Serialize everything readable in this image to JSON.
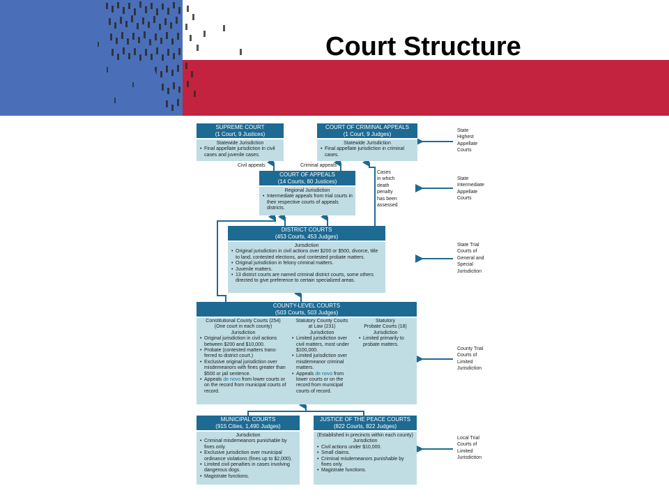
{
  "slide": {
    "title": "Court Structure"
  },
  "supreme": {
    "title": "SUPREME COURT",
    "subtitle": "(1 Court, 9 Justices)",
    "jurisdiction": "Statewide Jurisdiction",
    "items": [
      "Final appellate jurisdiction in civil cases and juvenile cases."
    ]
  },
  "criminal_appeals": {
    "title": "COURT OF CRIMINAL APPEALS",
    "subtitle": "(1 Court, 9 Judges)",
    "jurisdiction": "Statewide Jurisdiction",
    "items": [
      "Final appellate jurisdiction in criminal cases."
    ]
  },
  "appeals": {
    "title": "COURT OF APPEALS",
    "subtitle": "(14 Courts, 80 Justices)",
    "jurisdiction": "Regional Jurisdiction",
    "items": [
      "Intermediate appeals from trial courts in their respective courts of appeals districts."
    ]
  },
  "district": {
    "title": "DISTRICT COURTS",
    "subtitle": "(453 Courts, 453 Judges)",
    "jurisdiction": "Jurisdiction",
    "items": [
      "Original jurisdiction in civil actions over $200 or $500, divorce, title to land, contested elections, and contested probate matters.",
      "Original jurisdiction in felony criminal matters.",
      "Juvenile matters.",
      "13 district courts are named criminal district courts, some others directed to give preference to certain specialized areas."
    ]
  },
  "county": {
    "title": "COUNTY-LEVEL COURTS",
    "subtitle": "(503 Courts, 503 Judges)",
    "constitutional": {
      "title": "Constitutional County Courts (254)",
      "sub": "(One court in each county)",
      "jurisdiction": "Jurisdiction",
      "items": [
        "Original jurisdiction in civil actions between $200 and $10,000.",
        "Probate (contested matters trans-ferred to district court.)",
        "Exclusive original jurisdiction over misdemeanors with fines greater than $500 or jail sentence."
      ],
      "last_pre": "Appeals ",
      "last_em": "de novo",
      "last_post": " from lower courts or on the record from municipal courts of record."
    },
    "statutory_law": {
      "title": "Statutory County Courts",
      "title2": "at Law (231)",
      "jurisdiction": "Jurisdiction",
      "items": [
        "Limited jurisdiction over civil matters, most under $100,000.",
        "Limited jurisdiction over misdemeanor criminal matters."
      ],
      "last_pre": "Appeals ",
      "last_em": "de novo",
      "last_post": " from lower courts or on the record from municipal courts of record."
    },
    "statutory_probate": {
      "title": "Statutory",
      "title2": "Probate Courts (18)",
      "jurisdiction": "Jurisdiction",
      "items": [
        "Limited primarily to probate matters."
      ]
    }
  },
  "municipal": {
    "title": "MUNICIPAL COURTS",
    "subtitle": "(915 Cities, 1,490 Judges)",
    "jurisdiction": "Jurisdiction",
    "items": [
      "Criminal misdemeanors punishable by fines only.",
      "Exclusive jurisdiction over municipal ordinance violations (fines up to $2,000).",
      "Limited civil penalties in cases involving dangerous dogs.",
      "Magistrate functions."
    ]
  },
  "justice": {
    "title": "JUSTICE OF THE PEACE COURTS",
    "subtitle": "(822 Courts, 822 Judges)",
    "note": "(Established in precincts within each county)",
    "jurisdiction": "Jurisdiction",
    "items": [
      "Civil actions under $10,000.",
      "Small claims.",
      "Criminal misdemeanors punishable by fines only.",
      "Magistrate functions."
    ]
  },
  "flow_labels": {
    "civil_appeals": "Civil appeals",
    "criminal_appeals": "Criminal appeals",
    "death_penalty": [
      "Cases",
      "in which",
      "death",
      "penalty",
      "has been",
      "assessed"
    ]
  },
  "side_labels": [
    [
      "State",
      "Highest",
      "Appellate",
      "Courts"
    ],
    [
      "State",
      "Intermediate",
      "Appellate",
      "Courts"
    ],
    [
      "State Trial",
      "Courts of",
      "General and",
      "Special",
      "Jurisdiction"
    ],
    [
      "County Trial",
      "Courts of",
      "Limited",
      "Jurisdiction"
    ],
    [
      "Local Trial",
      "Courts of",
      "Limited",
      "Jurisdiction"
    ]
  ],
  "colors": {
    "header": "#1d6a92",
    "box": "#c0dde4",
    "banner_blue": "#4a6fb8",
    "banner_red": "#c3233e"
  }
}
